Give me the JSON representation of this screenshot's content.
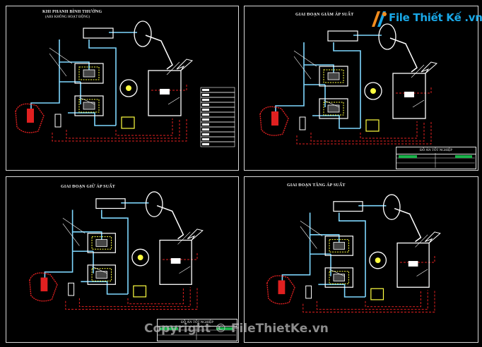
{
  "panels": [
    {
      "title": "KHI PHANH BÌNH THƯỜNG",
      "subtitle": "(ABS KHÔNG HOẠT ĐỘNG)"
    },
    {
      "title": "GIAI ĐOẠN GIẢM ÁP SUẤT"
    },
    {
      "title": "GIAI ĐOẠN GIỮ ÁP SUẤT"
    },
    {
      "title": "GIAI ĐOẠN TĂNG ÁP SUẤT"
    }
  ],
  "title_blocks": [
    {
      "heading": "ĐỒ ÁN TỐT NGHIỆP"
    },
    {
      "heading": "ĐỒ ÁN TỐT NGHIỆP"
    }
  ],
  "logo": {
    "text": "File Thiết Kế .vn"
  },
  "watermark": {
    "text": "Copyright © FileThietKe.vn"
  },
  "colors": {
    "background": "#000000",
    "frame": "#d8d8d8",
    "hydraulic": "#7fd8ff",
    "wire": "#e02020",
    "component": "#ffff40",
    "body": "#ffffff",
    "logo": "#19a7e6"
  }
}
